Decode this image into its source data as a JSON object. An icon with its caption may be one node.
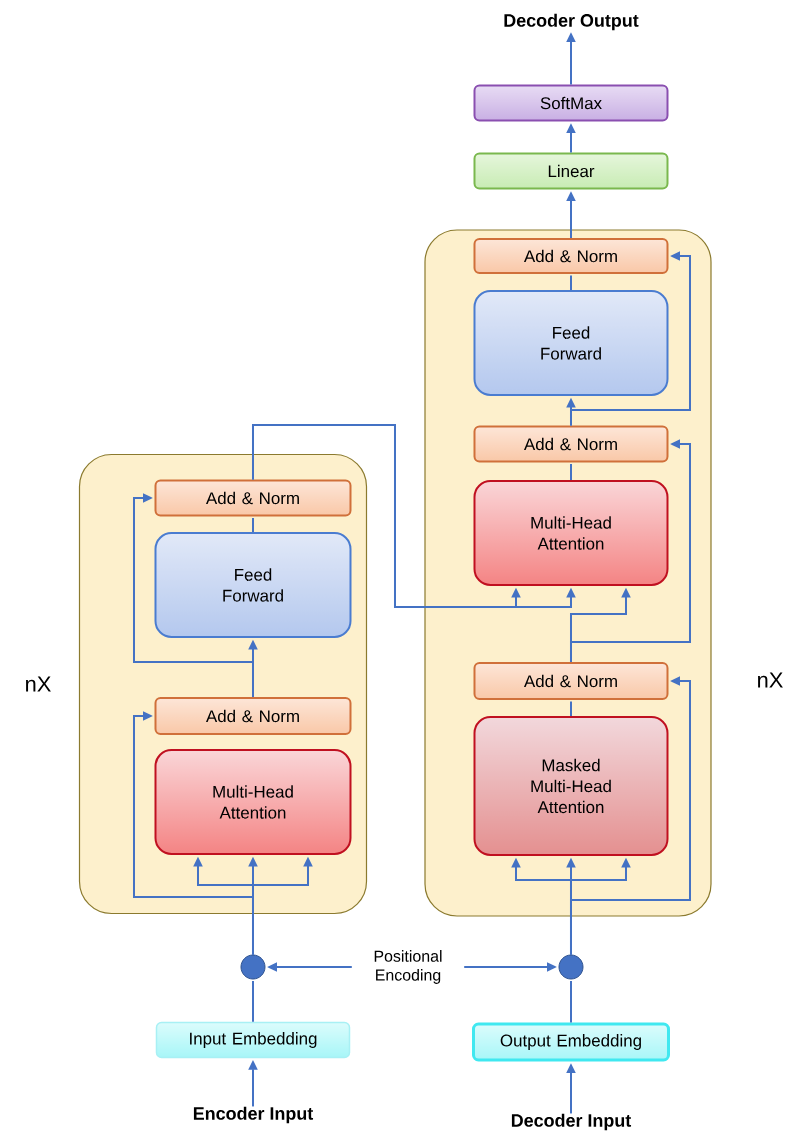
{
  "diagram": {
    "nodes": [
      {
        "text": [
          "Decoder Output"
        ]
      },
      {
        "text": [
          "SoftMax"
        ]
      },
      {
        "text": [
          "Linear"
        ]
      },
      {
        "text": [],
        "shape": "box",
        "beside": [
          "nX"
        ]
      },
      {
        "text": [
          "Add & Norm"
        ],
        "in": 3
      },
      {
        "text": [
          "Feed Forward"
        ],
        "in": 3
      },
      {
        "text": [
          "Add & Norm"
        ],
        "in": 3
      },
      {
        "text": [
          "Multi-Head Attention"
        ],
        "in": 3
      },
      {
        "text": [
          "Add & Norm"
        ],
        "in": 3
      },
      {
        "text": [
          "Masked Multi-Head Attention"
        ],
        "in": 3
      },
      {
        "text": [],
        "shape": "box",
        "beside": [
          "nX"
        ]
      },
      {
        "text": [
          "Add & Norm"
        ],
        "in": 10
      },
      {
        "text": [
          "Feed Forward"
        ],
        "in": 10
      },
      {
        "text": [
          "Add & Norm"
        ],
        "in": 10
      },
      {
        "text": [
          "Multi-Head Attention"
        ],
        "in": 10
      },
      {
        "text": [],
        "shape": "circle"
      },
      {
        "text": [
          "Positional Encoding"
        ]
      },
      {
        "text": [],
        "shape": "circle"
      },
      {
        "text": [
          "Input Embedding"
        ]
      },
      {
        "text": [
          "Output Embedding"
        ]
      },
      {
        "text": [
          "Encoder Input"
        ]
      },
      {
        "text": [
          "Decoder Input"
        ]
      }
    ],
    "edges": [
      {
        "from": 20,
        "to": 18,
        "arrow": "to"
      },
      {
        "from": 18,
        "to": 15,
        "arrow": "none"
      },
      {
        "from": 16,
        "to": 15,
        "arrow": "to"
      },
      {
        "from": 16,
        "to": 17,
        "arrow": "to"
      },
      {
        "from": 15,
        "to": 14,
        "arrow": "to"
      },
      {
        "from": 15,
        "to": 14,
        "arrow": "to"
      },
      {
        "from": 15,
        "to": 14,
        "arrow": "to"
      },
      {
        "from": 15,
        "to": 13,
        "arrow": "to"
      },
      {
        "from": 13,
        "to": 12,
        "arrow": "to"
      },
      {
        "from": 13,
        "to": 11,
        "arrow": "to"
      },
      {
        "from": 12,
        "to": 11,
        "arrow": "none"
      },
      {
        "from": 11,
        "to": 7,
        "arrow": "to"
      },
      {
        "from": 11,
        "to": 7,
        "arrow": "to"
      },
      {
        "from": 8,
        "to": 7,
        "arrow": "to"
      },
      {
        "from": 8,
        "to": 6,
        "arrow": "to"
      },
      {
        "from": 7,
        "to": 6,
        "arrow": "none"
      },
      {
        "from": 6,
        "to": 5,
        "arrow": "to"
      },
      {
        "from": 6,
        "to": 4,
        "arrow": "to"
      },
      {
        "from": 5,
        "to": 4,
        "arrow": "none"
      },
      {
        "from": 4,
        "to": 2,
        "arrow": "to"
      },
      {
        "from": 2,
        "to": 1,
        "arrow": "to"
      },
      {
        "from": 1,
        "to": 0,
        "arrow": "to"
      },
      {
        "from": 21,
        "to": 19,
        "arrow": "to"
      },
      {
        "from": 19,
        "to": 17,
        "arrow": "none"
      },
      {
        "from": 17,
        "to": 9,
        "arrow": "to"
      },
      {
        "from": 17,
        "to": 9,
        "arrow": "to"
      },
      {
        "from": 17,
        "to": 9,
        "arrow": "to"
      },
      {
        "from": 17,
        "to": 8,
        "arrow": "to"
      },
      {
        "from": 9,
        "to": 8,
        "arrow": "none"
      }
    ]
  }
}
